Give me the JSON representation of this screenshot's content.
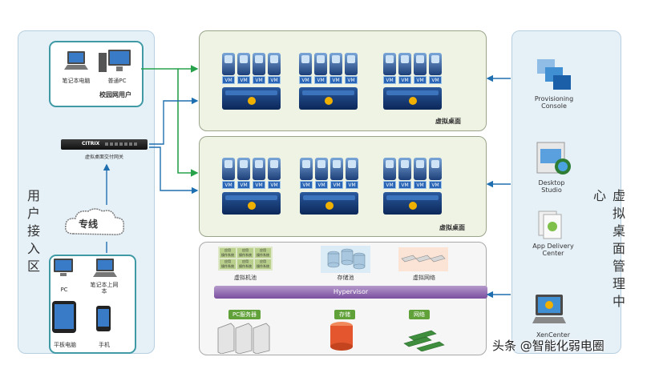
{
  "user_access": {
    "title": "用户接入区",
    "campus": {
      "laptop": "笔记本电脑",
      "pc": "普通PC",
      "label": "校园网用户"
    },
    "gateway_label": "虚拟桌面交付网关",
    "gateway_brand": "CITRIX",
    "dedicated_line": "专线",
    "devices": {
      "pc": "PC",
      "laptop": "笔记本上网本",
      "tablet": "平板电脑",
      "phone": "手机"
    }
  },
  "virtual_desktop_1": {
    "label": "虚拟桌面",
    "vm_tag": "VM"
  },
  "virtual_desktop_2": {
    "label": "虚拟桌面",
    "vm_tag": "VM"
  },
  "infrastructure": {
    "vm_pool": "虚拟机池",
    "vm_pool_cell_line1": "应用",
    "vm_pool_cell_line2": "操作系统",
    "storage_pool": "存储池",
    "virtual_network": "虚拟网络",
    "hypervisor": "Hypervisor",
    "pc_server": "PC服务器",
    "storage": "存储",
    "network": "网络"
  },
  "management": {
    "title": "虚拟桌面管理中心",
    "provisioning": "Provisioning Console",
    "desktop_studio": "Desktop Studio",
    "app_delivery": "App Delivery Center",
    "xencenter": "XenCenter"
  },
  "watermark": "头条 @智能化弱电圈",
  "colors": {
    "arrow_green": "#27a24a",
    "arrow_blue": "#1f6fb0",
    "teal_border": "#3f9aa6"
  }
}
